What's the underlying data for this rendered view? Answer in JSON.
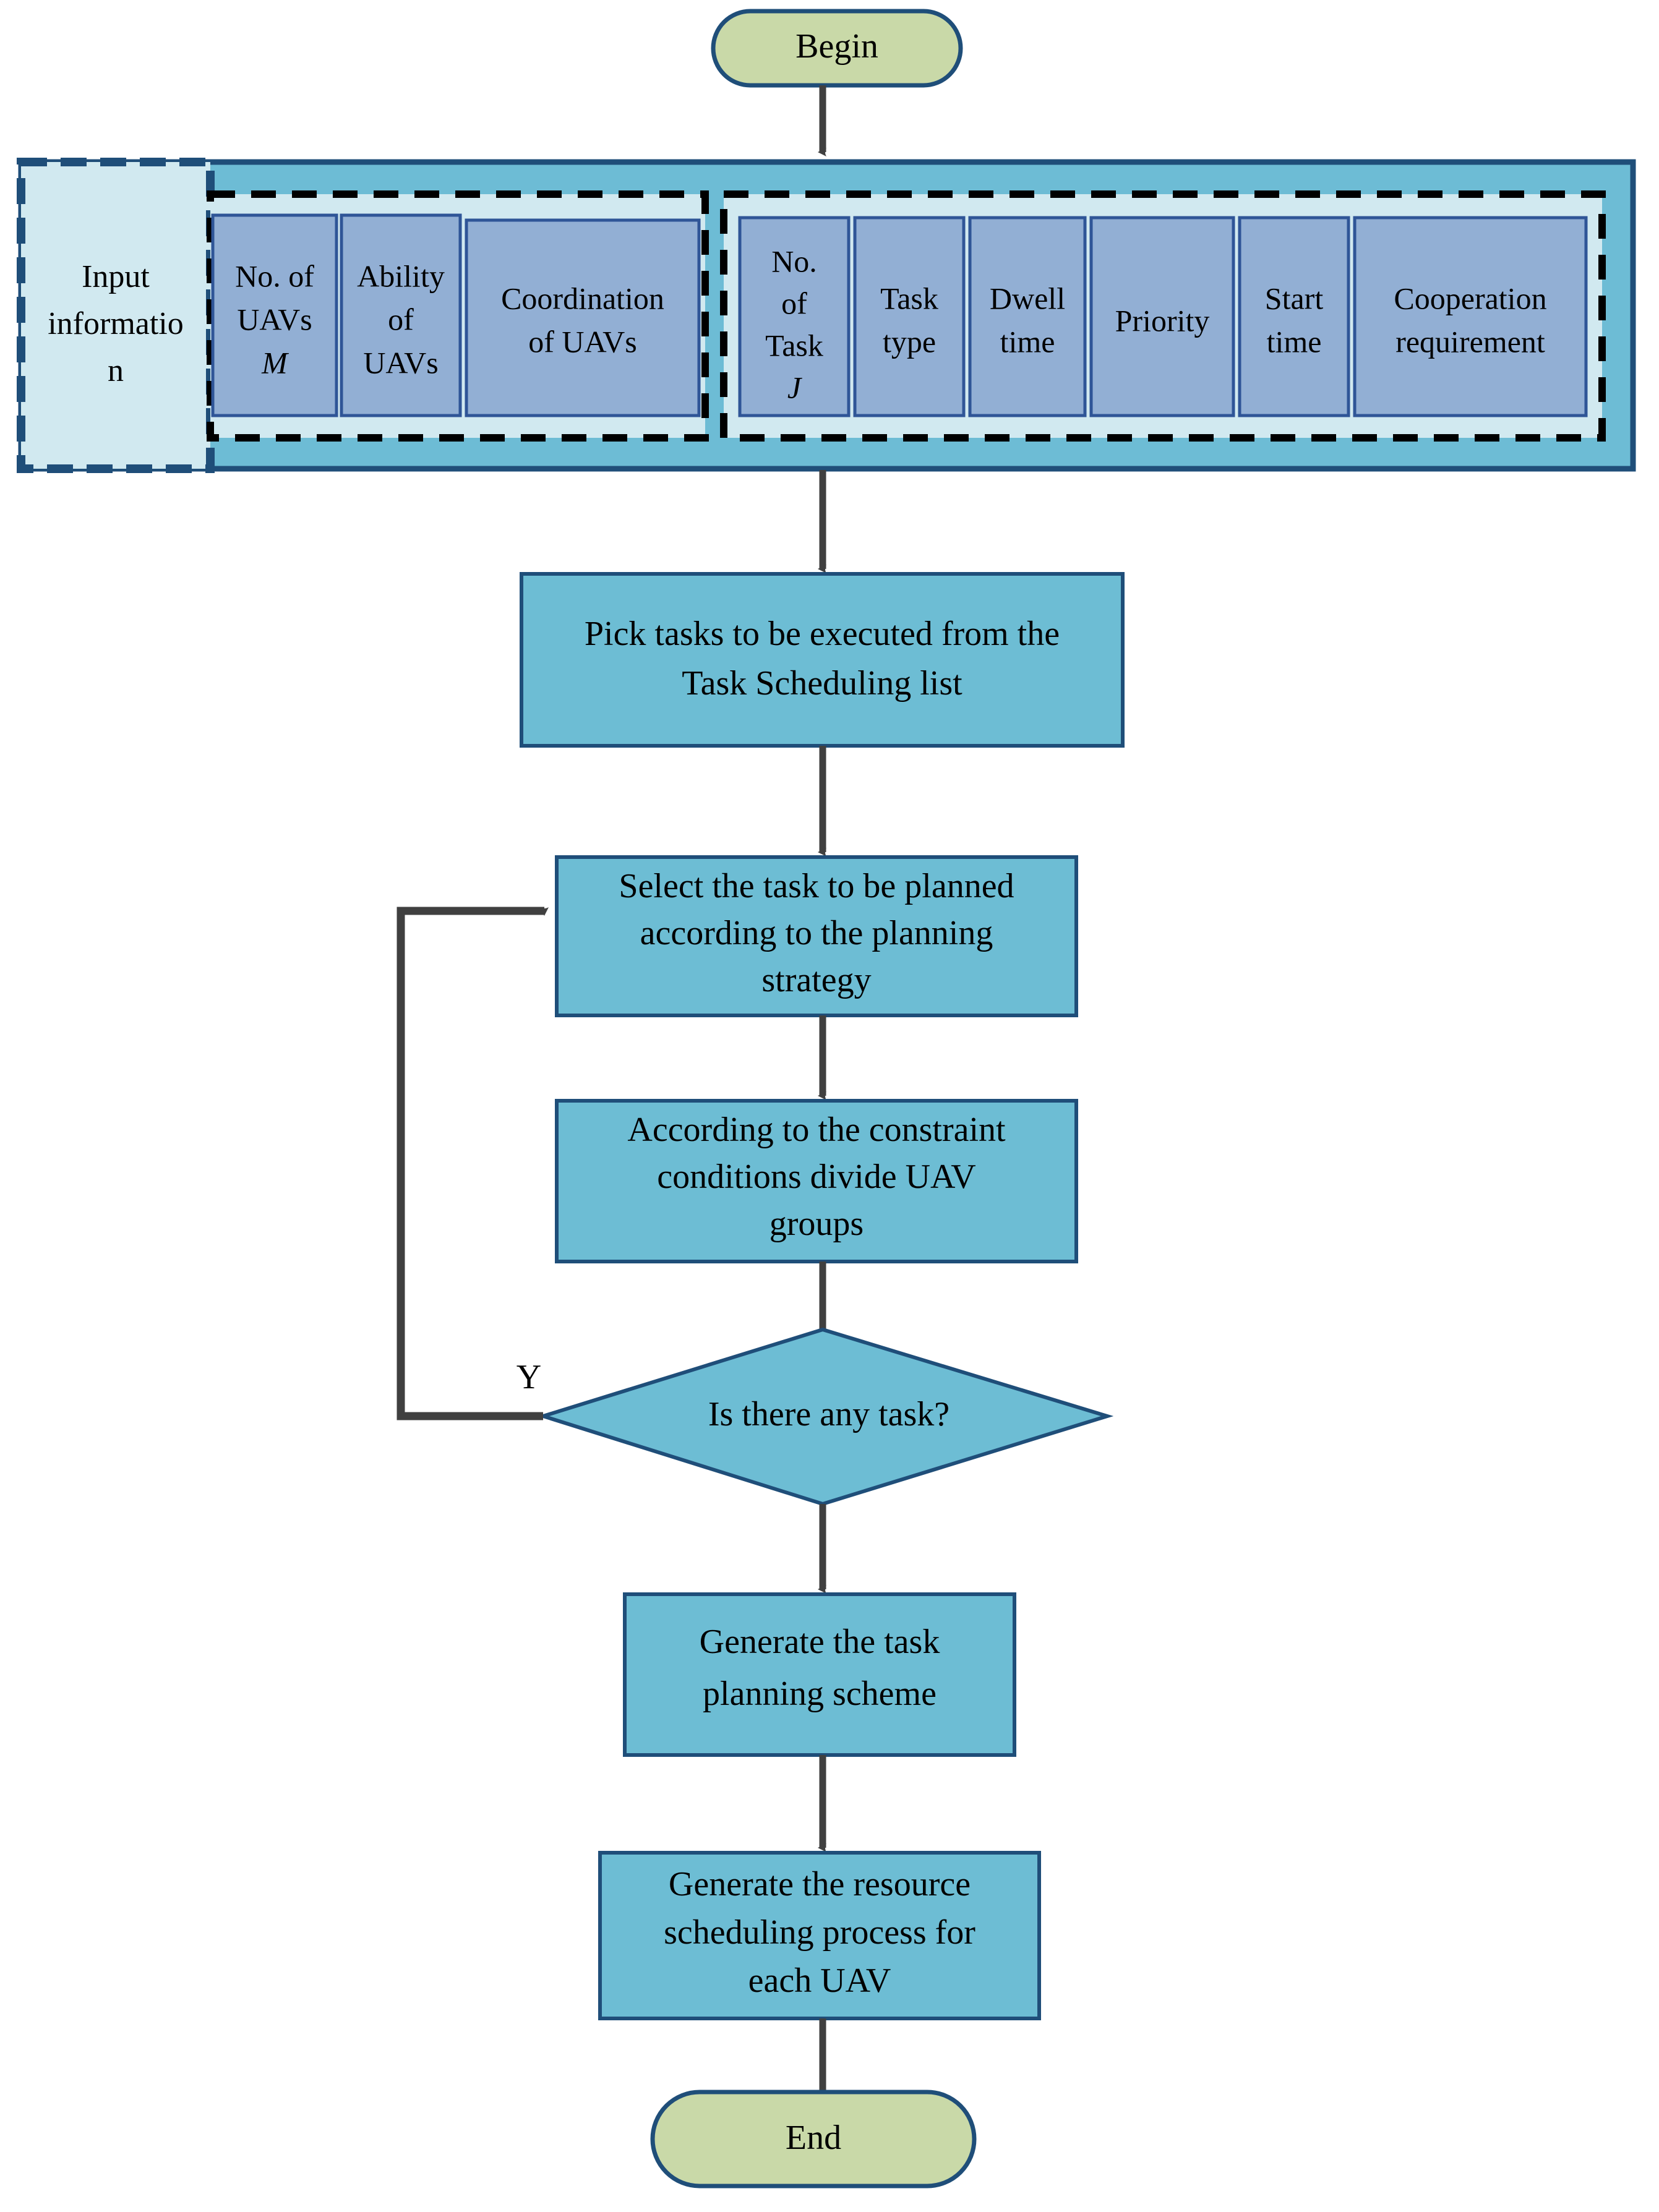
{
  "diagram": {
    "title": "UAV task scheduling flowchart",
    "colors": {
      "terminator_fill": "#C9D9A8",
      "terminator_stroke": "#1F4E79",
      "process_fill": "#6DBDD4",
      "process_stroke": "#1F4E79",
      "decision_fill": "#6DBDD4",
      "decision_stroke": "#1F4E79",
      "band_fill": "#6DBCD5",
      "band_stroke": "#1F4E79",
      "group_fill": "#D1E9F0",
      "group_stroke": "#000000",
      "cell_fill": "#92AFD4",
      "cell_stroke": "#2F5597",
      "input_fill": "#D1E9F0",
      "input_stroke": "#1F4E79",
      "arrow": "#404040",
      "text": "#000000",
      "background": "#FFFFFF"
    }
  },
  "nodes": {
    "begin": {
      "label": "Begin",
      "type": "terminator"
    },
    "input_information": {
      "label": "Input informatio n",
      "type": "input-group-label"
    },
    "pick_tasks": {
      "label_line1": "Pick tasks to be executed from the",
      "label_line2": "Task Scheduling list",
      "type": "process"
    },
    "select_task": {
      "label_line1": "Select the task to be planned",
      "label_line2": "according to the planning",
      "label_line3": "strategy",
      "type": "process"
    },
    "divide_groups": {
      "label_line1": "According to the constraint",
      "label_line2": "conditions divide UAV",
      "label_line3": "groups",
      "type": "process"
    },
    "is_there_any_task": {
      "label": "Is there any task?",
      "type": "decision"
    },
    "generate_plan": {
      "label_line1": "Generate the task",
      "label_line2": "planning scheme",
      "type": "process"
    },
    "generate_schedule": {
      "label_line1": "Generate the resource",
      "label_line2": "scheduling process for",
      "label_line3": "each UAV",
      "type": "process"
    },
    "end": {
      "label": "End",
      "type": "terminator"
    }
  },
  "input_band": {
    "uav_group": {
      "cells": [
        {
          "lines": [
            "No. of",
            "UAVs"
          ],
          "italic_line": "M"
        },
        {
          "lines": [
            "Ability",
            "of",
            "UAVs"
          ],
          "italic_line": ""
        },
        {
          "lines": [
            "Coordination",
            "of  UAVs"
          ],
          "italic_line": ""
        }
      ]
    },
    "task_group": {
      "cells": [
        {
          "lines": [
            "No.",
            "of",
            "Task"
          ],
          "italic_line": "J"
        },
        {
          "lines": [
            "Task",
            "type"
          ],
          "italic_line": ""
        },
        {
          "lines": [
            "Dwell",
            "time"
          ],
          "italic_line": ""
        },
        {
          "lines": [
            "Priority"
          ],
          "italic_line": ""
        },
        {
          "lines": [
            "Start",
            "time"
          ],
          "italic_line": ""
        },
        {
          "lines": [
            "Cooperation",
            "requirement"
          ],
          "italic_line": ""
        }
      ]
    }
  },
  "edges": {
    "branch_yes_label": "Y"
  }
}
